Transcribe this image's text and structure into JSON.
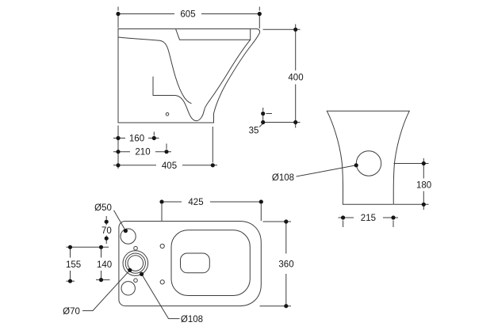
{
  "colors": {
    "background": "#ffffff",
    "line": "#3d3d3d",
    "text": "#161616"
  },
  "side_view": {
    "d605": "605",
    "d400": "400",
    "d35": "35",
    "d160": "160",
    "d210": "210",
    "d405": "405"
  },
  "back_view": {
    "d108": "Ø108",
    "d180": "180",
    "d215": "215"
  },
  "plan_view": {
    "d50": "Ø50",
    "d70_offset": "70",
    "d155": "155",
    "d140": "140",
    "d70": "Ø70",
    "d108": "Ø108",
    "d425": "425",
    "d360": "360"
  }
}
